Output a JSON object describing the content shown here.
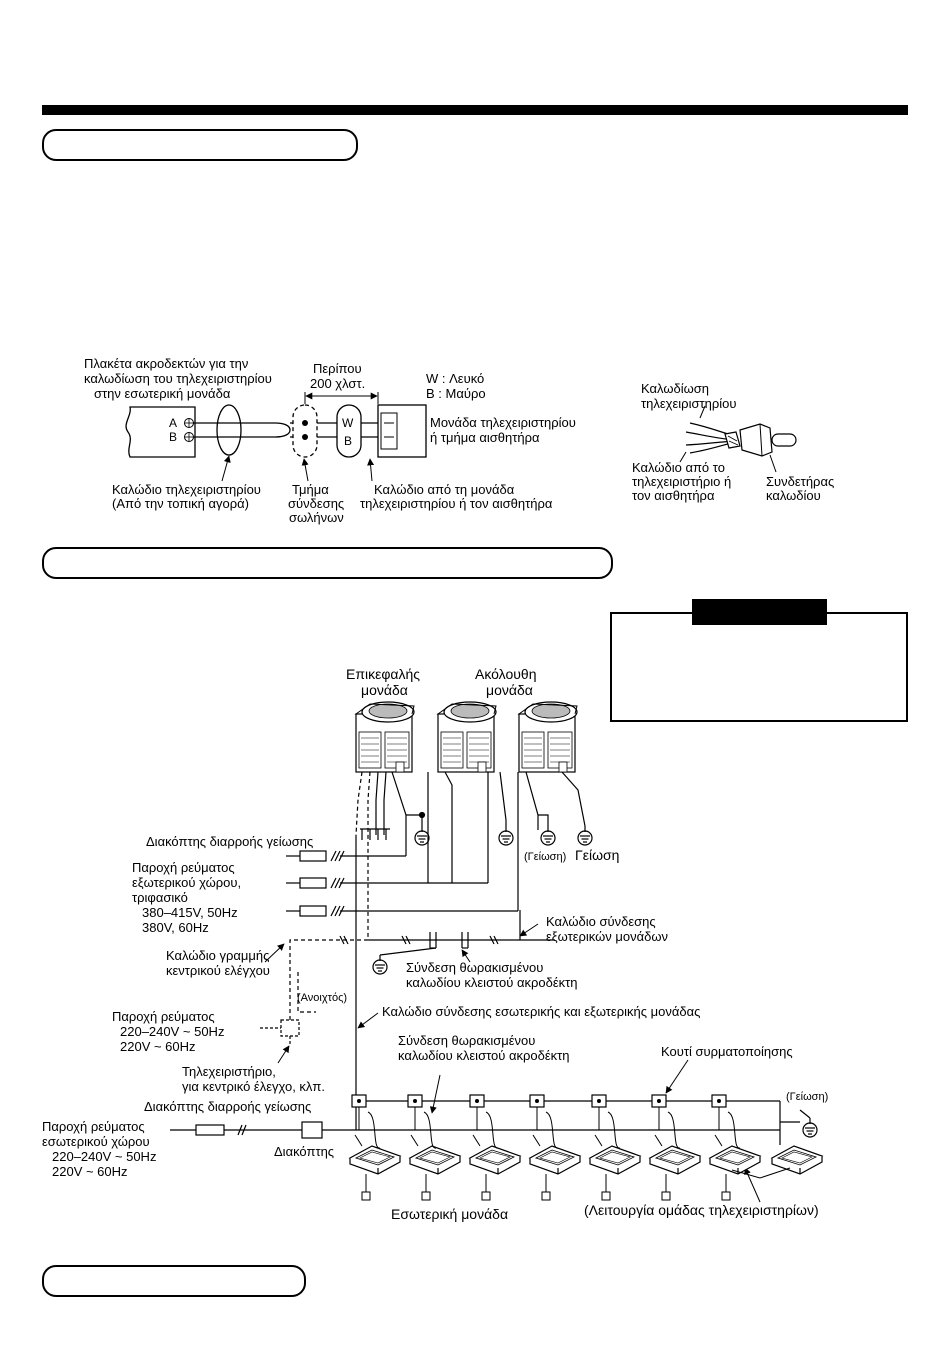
{
  "top_diagram": {
    "terminal_label_1": "Πλακέτα ακροδεκτών για την",
    "terminal_label_2": "καλωδίωση του τηλεχειριστηρίου",
    "terminal_label_3": "στην εσωτερική μονάδα",
    "distance_1": "Περίπου",
    "distance_2": "200 χλστ.",
    "legend_w": "W : Λευκό",
    "legend_b": "B  : Μαύρο",
    "terminal_a": "A",
    "terminal_b": "B",
    "conn_w": "W",
    "conn_b": "B",
    "remote_unit_1": "Μονάδα τηλεχειριστηρίου",
    "remote_unit_2": "ή τμήμα αισθητήρα",
    "remote_cable_1": "Καλώδιο τηλεχειριστηρίου",
    "remote_cable_2": "(Από την τοπική αγορά)",
    "pipe_conn_1": "Τμήμα",
    "pipe_conn_2": "σύνδεσης",
    "pipe_conn_3": "σωλήνων",
    "unit_cable_1": "Καλώδιο από τη μονάδα",
    "unit_cable_2": "τηλεχειριστηρίου ή τον αισθητήρα"
  },
  "connector_diagram": {
    "wiring_1": "Καλωδίωση",
    "wiring_2": "τηλεχειριστηρίου",
    "from_1": "Καλώδιο από το",
    "from_2": "τηλεχειριστήριο ή",
    "from_3": "τον αισθητήρα",
    "connector_1": "Συνδετήρας",
    "connector_2": "καλωδίου"
  },
  "system_diagram": {
    "header_1": "Επικεφαλής",
    "header_2": "μονάδα",
    "follower_1": "Ακόλουθη",
    "follower_2": "μονάδα",
    "elcb_top": "Διακόπτης διαρροής γείωσης",
    "outdoor_power_1": "Παροχή ρεύματος",
    "outdoor_power_2": "εξωτερικού χώρου,",
    "outdoor_power_3": "τριφασικό",
    "outdoor_power_4": "380–415V, 50Hz",
    "outdoor_power_5": "380V, 60Hz",
    "ground_paren": "(Γείωση)",
    "ground": "Γείωση",
    "outdoor_link_1": "Καλώδιο σύνδεσης",
    "outdoor_link_2": "εξωτερικών μονάδων",
    "central_line_1": "Καλώδιο γραμμής",
    "central_line_2": "κεντρικού ελέγχου",
    "shield_1": "Σύνδεση θωρακισμένου",
    "shield_2": "καλωδίου κλειστού ακροδέκτη",
    "open": "(Ανοιχτός)",
    "power_1": "Παροχή ρεύματος",
    "power_2": "220–240V ~  50Hz",
    "power_3": "220V ~  60Hz",
    "in_out_link": "Καλώδιο σύνδεσης εσωτερικής και εξωτερικής μονάδας",
    "shield_3": "Σύνδεση θωρακισμένου",
    "shield_4": "καλωδίου κλειστού ακροδέκτη",
    "wiring_box": "Κουτί συρματοποίησης",
    "remote_1": "Τηλεχειριστήριο,",
    "remote_2": "για κεντρικό έλεγχο, κλπ.",
    "elcb_bottom": "Διακόπτης διαρροής γείωσης",
    "ground_right": "(Γείωση)",
    "indoor_power_1": "Παροχή ρεύματος",
    "indoor_power_2": "εσωτερικού χώρου",
    "indoor_power_3": "220–240V ~  50Hz",
    "indoor_power_4": "220V ~  60Hz",
    "switch": "Διακόπτης",
    "indoor_unit": "Εσωτερική μονάδα",
    "group_control": "(Λειτουργία ομάδας τηλεχειριστηρίων)"
  }
}
